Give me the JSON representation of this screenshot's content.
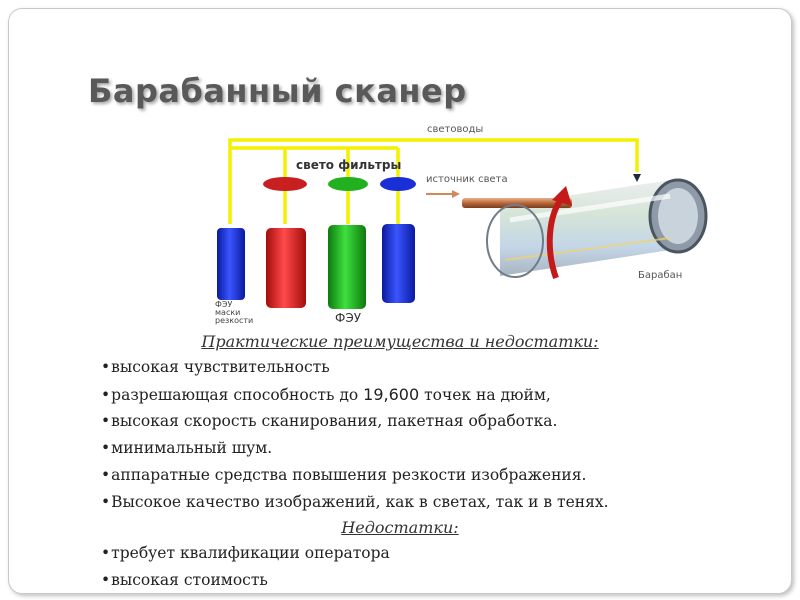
{
  "slide": {
    "title": "Барабанный сканер",
    "diagram": {
      "lightguides_label": "световоды",
      "filters_label": "свето фильтры",
      "light_source_label": "источник света",
      "drum_label": "Барабан",
      "pmt_sharp_label_1": "ФЭУ",
      "pmt_sharp_label_2": "маски",
      "pmt_sharp_label_3": "резкости",
      "pmt_label": "ФЭУ",
      "colors": {
        "lightguide": "#f2f200",
        "red": "#e41e1e",
        "green": "#1eb81e",
        "blue": "#1a2fd6",
        "arrow": "#c41a1a"
      }
    },
    "advantages_heading": "Практические преимущества и недостатки:",
    "advantages": [
      "высокая чувствительность",
      {
        "before": "разрешающая способность до ",
        "num": "19,600",
        "after": " точек на дюйм,"
      },
      "высокая скорость сканирования, пакетная обработка.",
      "минимальный шум.",
      "аппаратные средства повышения резкости изображения.",
      "Высокое качество изображений, как в светах, так и в тенях."
    ],
    "disadvantages_heading": "Недостатки:",
    "disadvantages": [
      "требует квалификации оператора",
      "высокая стоимость"
    ]
  }
}
